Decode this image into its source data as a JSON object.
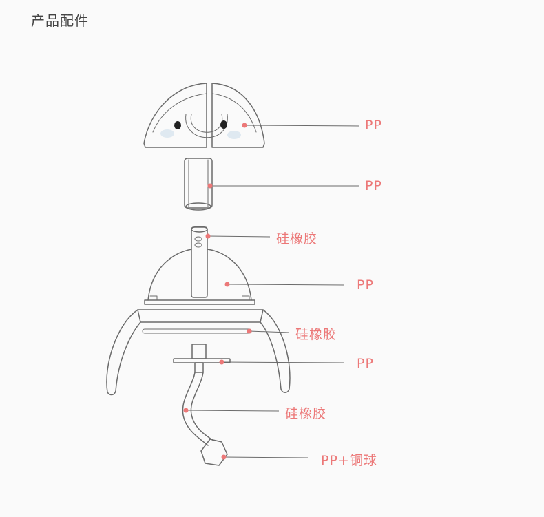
{
  "page": {
    "title": "产品配件"
  },
  "callouts": [
    {
      "label": "PP"
    },
    {
      "label": "PP"
    },
    {
      "label": "硅橡胶"
    },
    {
      "label": "PP"
    },
    {
      "label": "硅橡胶"
    },
    {
      "label": "PP"
    },
    {
      "label": "硅橡胶"
    },
    {
      "label": "PP+铜球"
    }
  ],
  "colors": {
    "line": "#6b6b6b",
    "accent": "#ec7878",
    "title": "#444444",
    "background": "#fafafa"
  }
}
